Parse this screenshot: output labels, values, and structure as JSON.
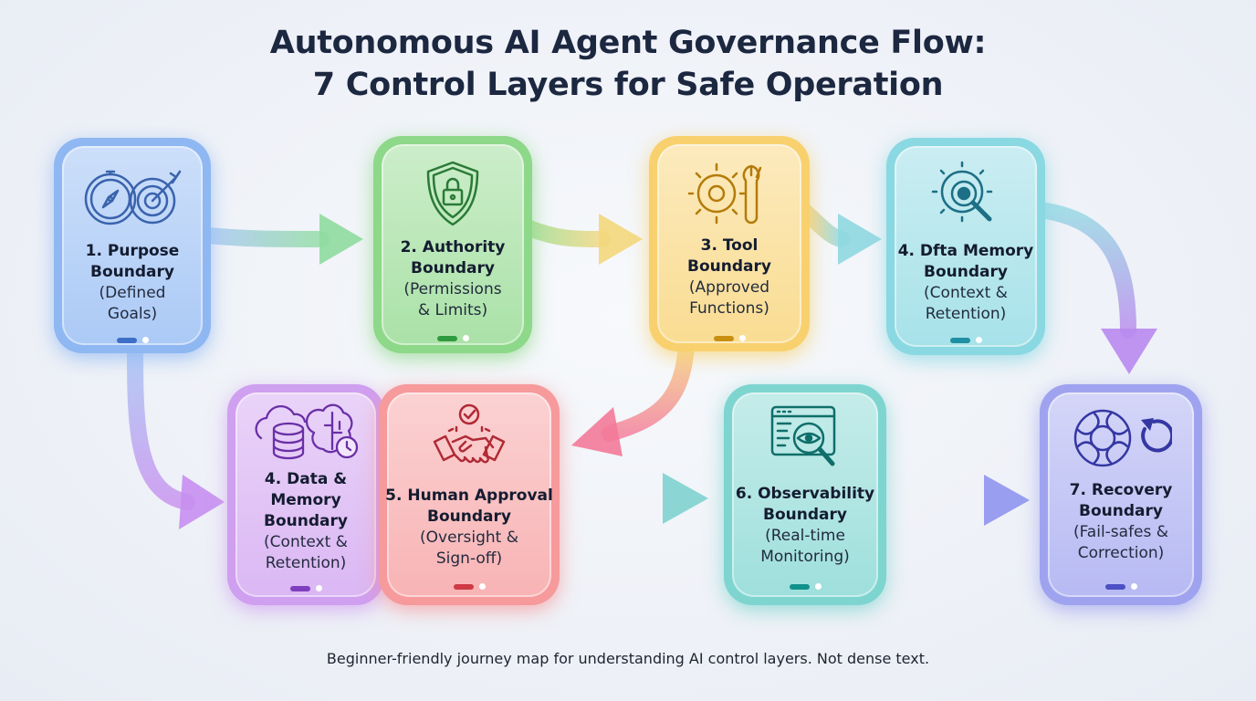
{
  "title": {
    "line1": "Autonomous AI Agent Governance Flow:",
    "line2": "7 Control Layers for Safe Operation"
  },
  "footer": "Beginner-friendly journey map for understanding AI control layers. Not dense text.",
  "nodes": [
    {
      "id": "purpose",
      "name_line1": "1. Purpose",
      "name_line2": "Boundary",
      "desc_line1": "(Defined",
      "desc_line2": "Goals)",
      "icon": "compass-target-icon",
      "color": "#8fb8f3",
      "dark": "#3d6fc8"
    },
    {
      "id": "authority",
      "name_line1": "2. Authority",
      "name_line2": "Boundary",
      "desc_line1": "(Permissions",
      "desc_line2": "& Limits)",
      "icon": "shield-lock-icon",
      "color": "#8ed88a",
      "dark": "#2f9a3f"
    },
    {
      "id": "tool",
      "name_line1": "3. Tool",
      "name_line2": "Boundary",
      "desc_line1": "(Approved",
      "desc_line2": "Functions)",
      "icon": "gear-wrench-icon",
      "color": "#f8d16e",
      "dark": "#c98f12"
    },
    {
      "id": "dfta-memory",
      "name_line1": "4. Dfta Memory",
      "name_line2": "Boundary",
      "desc_line1": "(Context &",
      "desc_line2": "Retention)",
      "icon": "gear-magnifier-icon",
      "color": "#8ad8e2",
      "dark": "#1f8fa3"
    },
    {
      "id": "data-memory",
      "name_line1": "4. Data &",
      "name_line2": "Memory",
      "name_line3": "Boundary",
      "desc_line1": "(Context &",
      "desc_line2": "Retention)",
      "icon": "database-brain-icon",
      "color": "#cf9ff0",
      "dark": "#7d3fbf"
    },
    {
      "id": "human-approval",
      "name_line1": "5. Human Approval",
      "name_line2": "Boundary",
      "desc_line1": "(Oversight &",
      "desc_line2": "Sign-off)",
      "icon": "handshake-check-icon",
      "color": "#f69a9c",
      "dark": "#cf3a44"
    },
    {
      "id": "observability",
      "name_line1": "6. Observability",
      "name_line2": "Boundary",
      "desc_line1": "(Real-time",
      "desc_line2": "Monitoring)",
      "icon": "dashboard-eye-icon",
      "color": "#7ed5d0",
      "dark": "#12918c"
    },
    {
      "id": "recovery",
      "name_line1": "7. Recovery",
      "name_line2": "Boundary",
      "desc_line1": "(Fail-safes &",
      "desc_line2": "Correction)",
      "icon": "lifebuoy-refresh-icon",
      "color": "#9fa3ef",
      "dark": "#4d4fc4"
    }
  ]
}
